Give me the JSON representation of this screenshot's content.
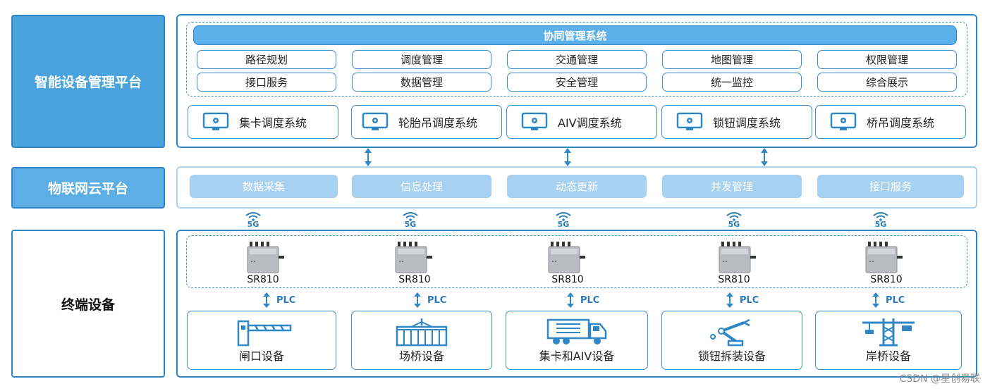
{
  "layers": {
    "top": "智能设备管理平台",
    "middle": "物联网云平台",
    "bottom": "终端设备"
  },
  "coordination": {
    "title": "协同管理系统",
    "modules_row1": [
      "路径规划",
      "调度管理",
      "交通管理",
      "地图管理",
      "权限管理"
    ],
    "modules_row2": [
      "接口服务",
      "数据管理",
      "安全管理",
      "统一监控",
      "综合展示"
    ]
  },
  "systems": [
    "集卡调度系统",
    "轮胎吊调度系统",
    "AIV调度系统",
    "锁钮调度系统",
    "桥吊调度系统"
  ],
  "iot_functions": [
    "数据采集",
    "信息处理",
    "动态更新",
    "并发管理",
    "接口服务"
  ],
  "network_label": "5G",
  "router_model": "SR810",
  "link_label": "PLC",
  "equipment": [
    {
      "label": "闸口设备",
      "icon": "gate-barrier-icon"
    },
    {
      "label": "场桥设备",
      "icon": "yard-crane-icon"
    },
    {
      "label": "集卡和AIV设备",
      "icon": "truck-icon"
    },
    {
      "label": "锁钮拆装设备",
      "icon": "robot-arm-icon"
    },
    {
      "label": "岸桥设备",
      "icon": "quay-crane-icon"
    }
  ],
  "watermark": "CSDN @星创易联",
  "colors": {
    "primary": "#2f87c6",
    "header_fill": "#4ba3de",
    "bar_fill": "#5cb0ea",
    "iot_fill": "#a7d1f0",
    "accent_text": "#2a7bbd"
  }
}
